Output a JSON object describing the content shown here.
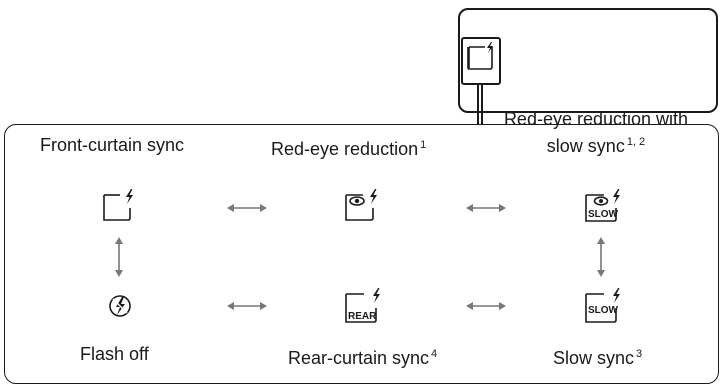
{
  "diagram": {
    "modes": {
      "front_curtain": {
        "label": "Front-curtain sync",
        "note": ""
      },
      "red_eye": {
        "label": "Red-eye reduction",
        "note": "1"
      },
      "red_eye_slow": {
        "label_line1": "Red-eye reduction with",
        "label_line2": "slow sync",
        "note": "1, 2"
      },
      "flash_off": {
        "label": "Flash off",
        "note": ""
      },
      "rear_curtain": {
        "label": "Rear-curtain sync",
        "note": "4"
      },
      "slow_sync": {
        "label": "Slow sync",
        "note": "3"
      }
    },
    "icon_text": {
      "slow": "SLOW",
      "rear": "REAR"
    }
  }
}
